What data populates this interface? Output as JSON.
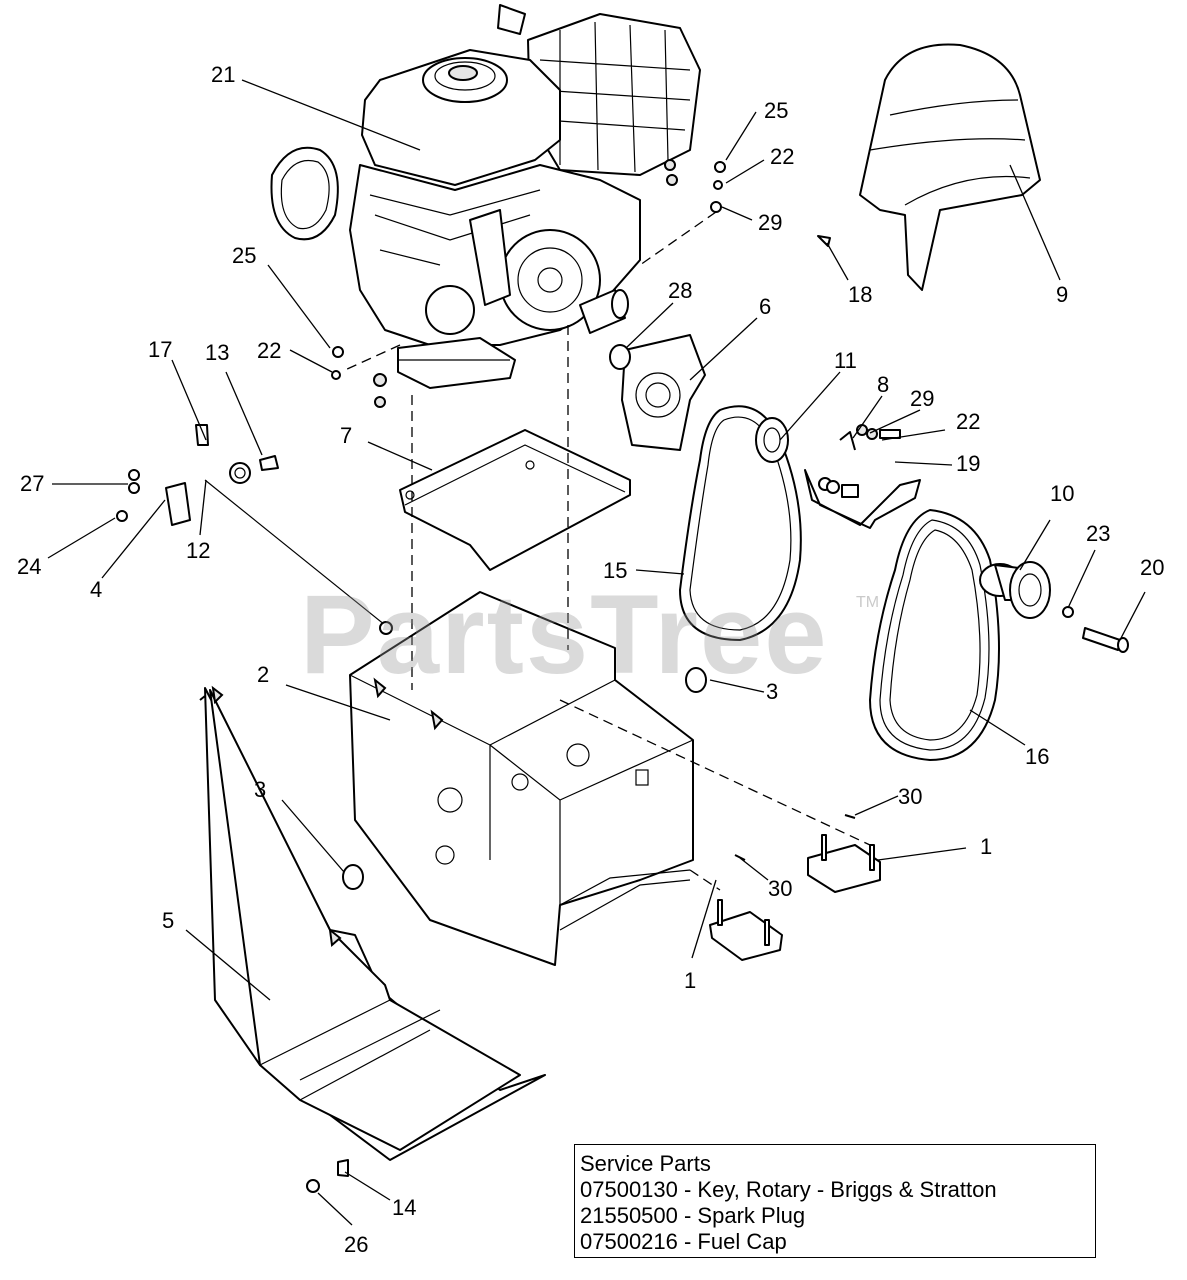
{
  "watermark": {
    "text": "PartsTree",
    "tm": "TM"
  },
  "service_parts": {
    "title": "Service Parts",
    "lines": [
      "07500130 - Key,  Rotary - Briggs & Stratton",
      "21550500 - Spark Plug",
      "07500216 - Fuel Cap"
    ]
  },
  "callouts": {
    "c21": "21",
    "c25a": "25",
    "c22a": "22",
    "c29a": "29",
    "c18": "18",
    "c9": "9",
    "c25b": "25",
    "c22b": "22",
    "c17": "17",
    "c13": "13",
    "c28": "28",
    "c6": "6",
    "c11": "11",
    "c8": "8",
    "c29b": "29",
    "c22c": "22",
    "c19": "19",
    "c7": "7",
    "c27": "27",
    "c24": "24",
    "c4": "4",
    "c12": "12",
    "c10": "10",
    "c23": "23",
    "c20": "20",
    "c15": "15",
    "c2": "2",
    "c3a": "3",
    "c16": "16",
    "c3b": "3",
    "c30a": "30",
    "c1a": "1",
    "c30b": "30",
    "c5": "5",
    "c1b": "1",
    "c14": "14",
    "c26": "26"
  }
}
